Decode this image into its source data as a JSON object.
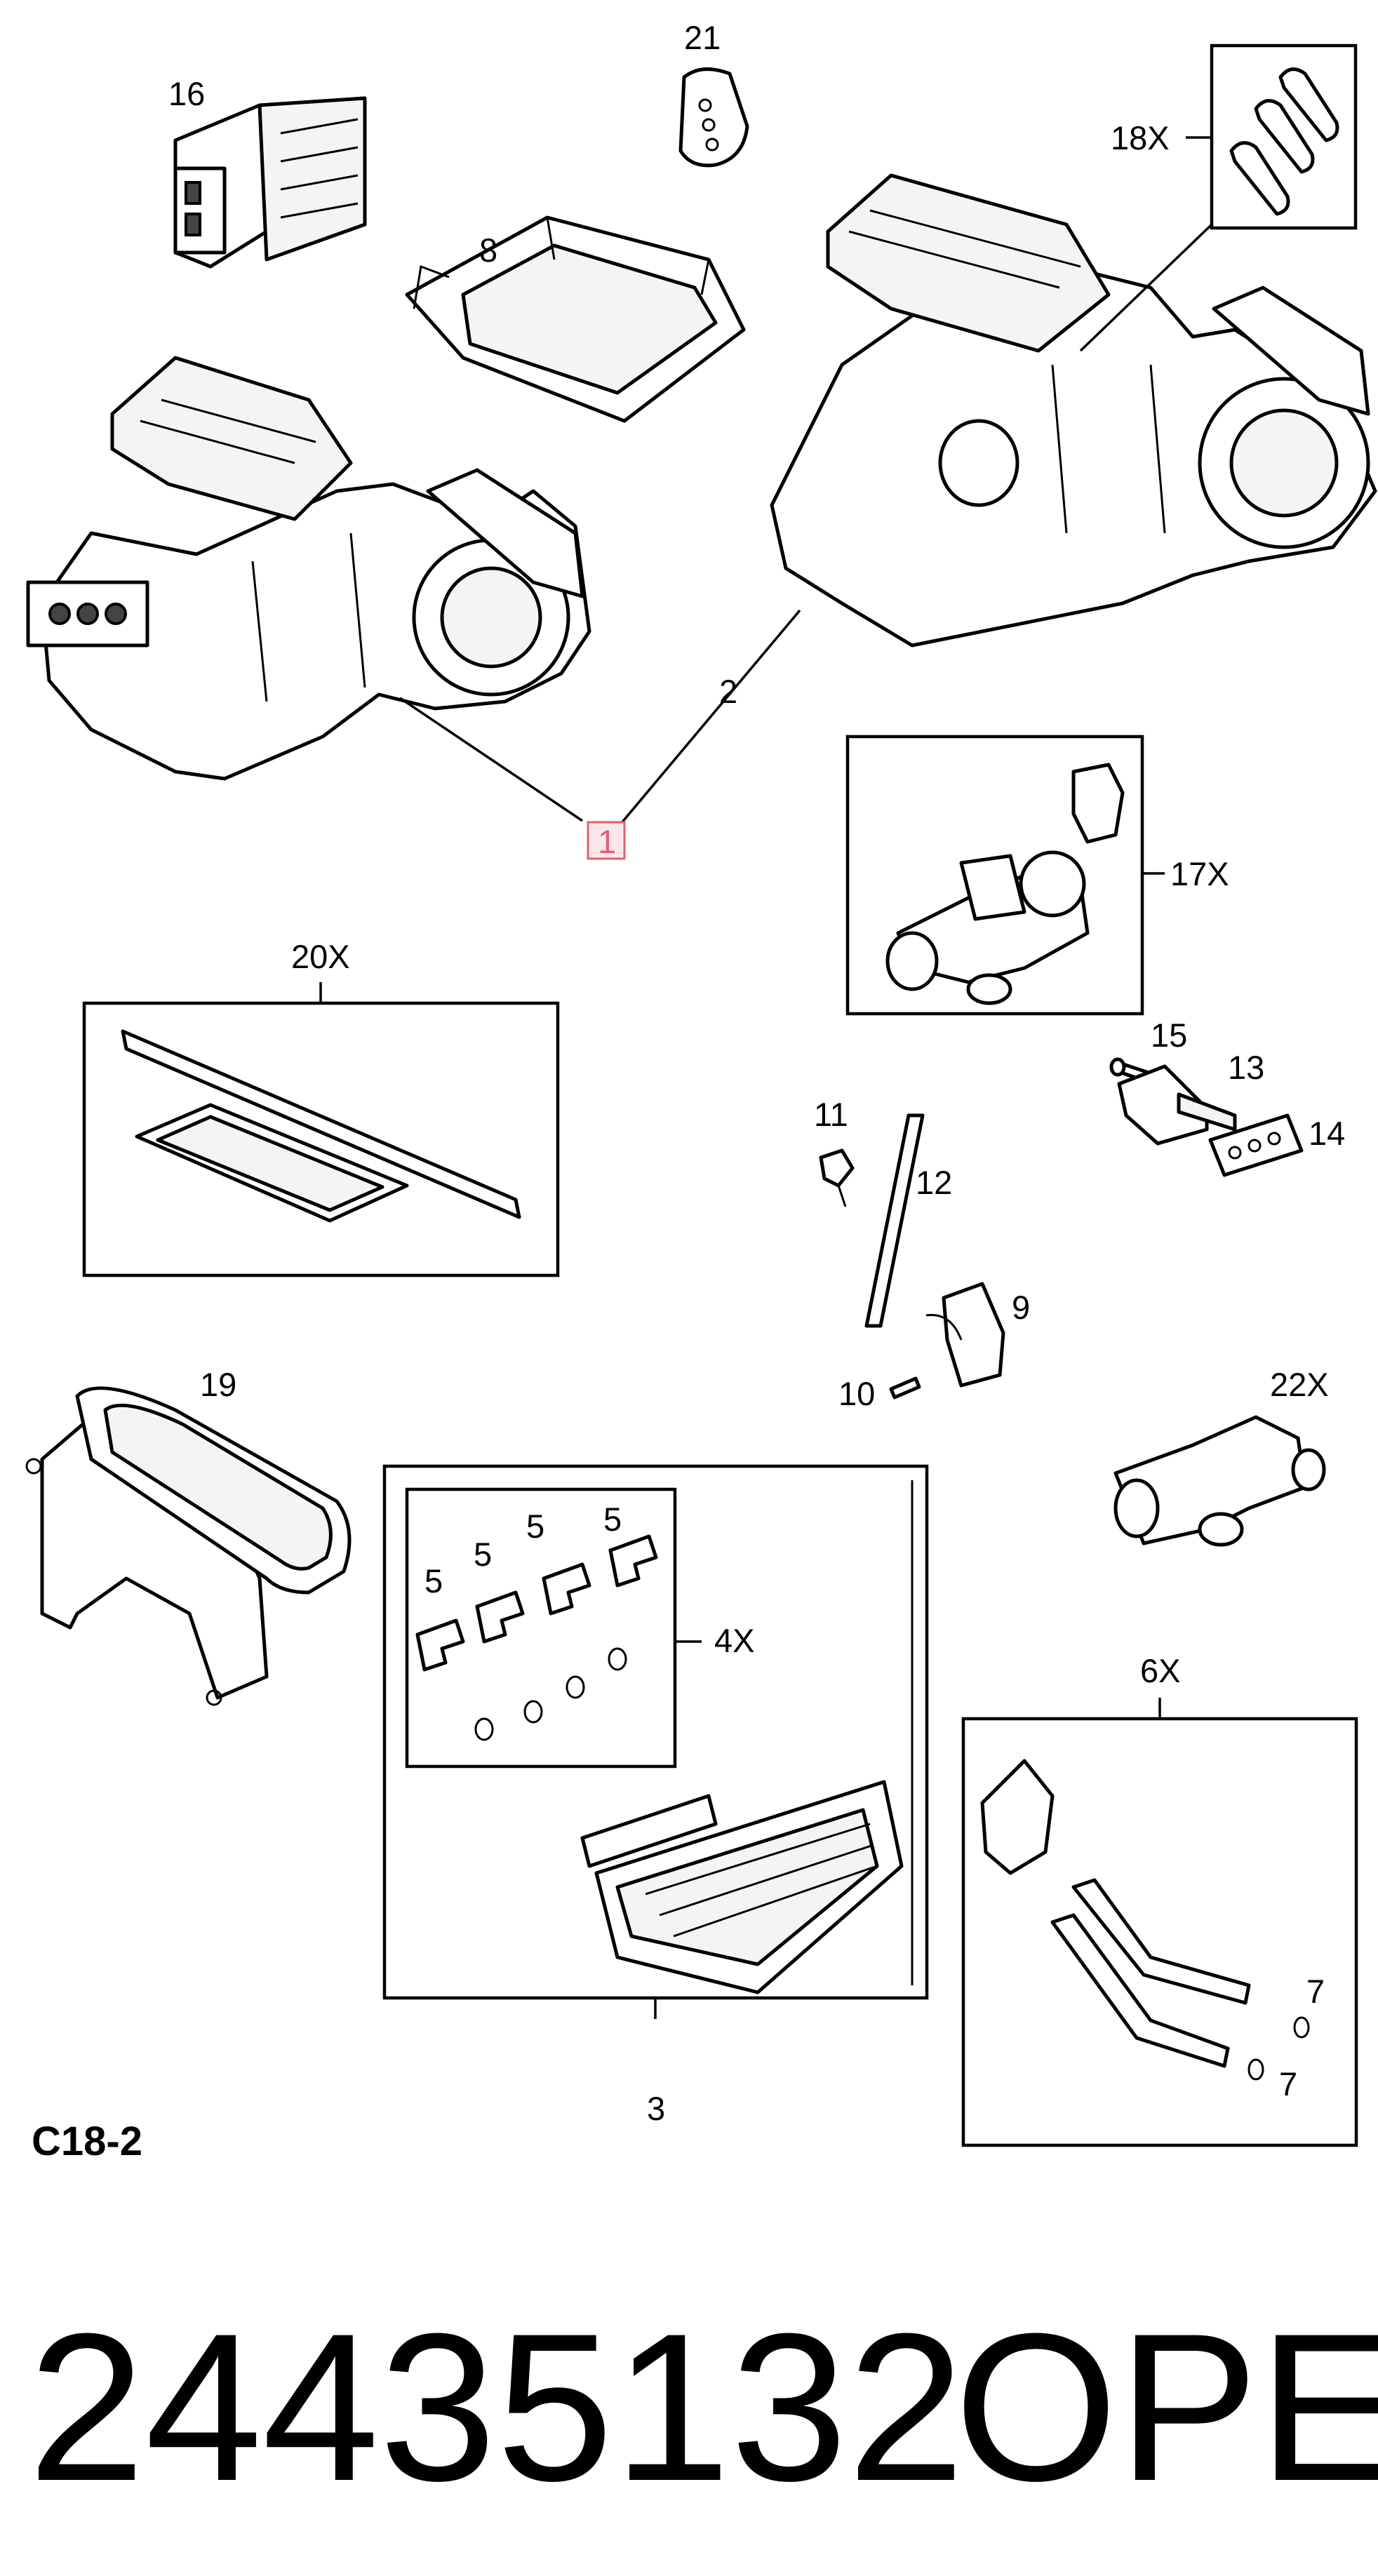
{
  "labels": {
    "p1": "1",
    "p2": "2",
    "p3": "3",
    "p4": "4X",
    "p5a": "5",
    "p5b": "5",
    "p5c": "5",
    "p5d": "5",
    "p6": "6X",
    "p7a": "7",
    "p7b": "7",
    "p8": "8",
    "p9": "9",
    "p10": "10",
    "p11": "11",
    "p12": "12",
    "p13": "13",
    "p14": "14",
    "p15": "15",
    "p16": "16",
    "p17": "17X",
    "p18": "18X",
    "p19": "19",
    "p20": "20X",
    "p21": "21",
    "p22": "22X"
  },
  "diagram_code": "C18-2",
  "part_number": "24435132",
  "brand": "OPEL",
  "highlight_color": "#e06070"
}
